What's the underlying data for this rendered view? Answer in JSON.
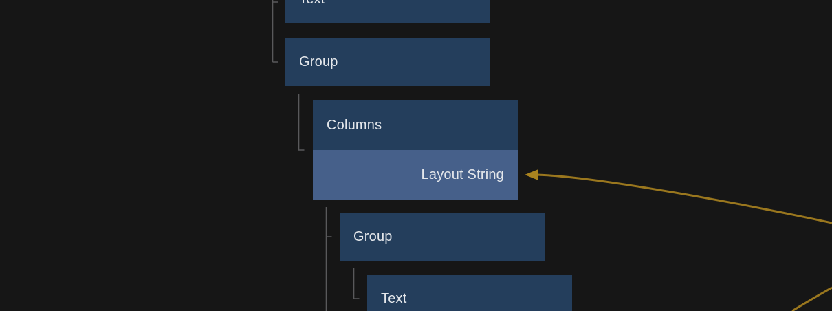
{
  "canvas": {
    "background": "#161616"
  },
  "colors": {
    "canvas_bg": "#161616",
    "node_fill": "#243E5C",
    "port_fill": "#46608A",
    "label_text": "#E4E7EB",
    "tree_connector": "#59595B",
    "wire": "#9A771E",
    "wire_arrow": "#A9831F"
  },
  "tree": {
    "nodes": [
      {
        "label": "Text"
      },
      {
        "label": "Group"
      },
      {
        "label": "Columns",
        "port_label": "Layout String"
      },
      {
        "label": "Group"
      },
      {
        "label": "Text"
      }
    ]
  }
}
